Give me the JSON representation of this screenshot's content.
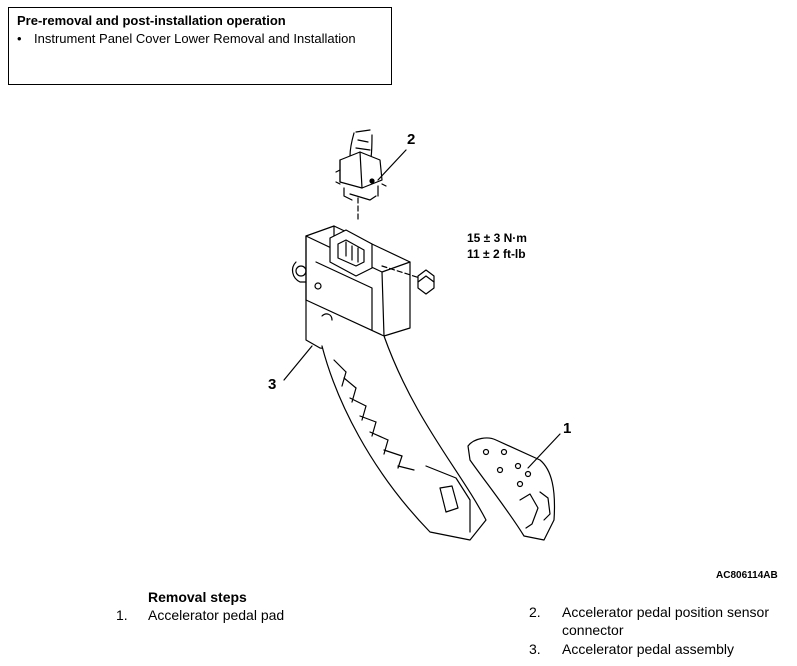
{
  "note": {
    "title": "Pre-removal and post-installation operation",
    "bullet": "•",
    "item": "Instrument Panel Cover Lower Removal and Installation"
  },
  "figure": {
    "callouts": [
      "1",
      "2",
      "3"
    ],
    "torque_metric": "15 ± 3 N·m",
    "torque_imperial": "11 ± 2 ft-lb",
    "code": "AC806114AB"
  },
  "steps": {
    "title": "Removal steps",
    "items": [
      {
        "num": "1.",
        "label": "Accelerator pedal pad"
      },
      {
        "num": "2.",
        "label_line1": "Accelerator pedal position sensor",
        "label_line2": "connector"
      },
      {
        "num": "3.",
        "label": "Accelerator pedal assembly"
      }
    ]
  }
}
